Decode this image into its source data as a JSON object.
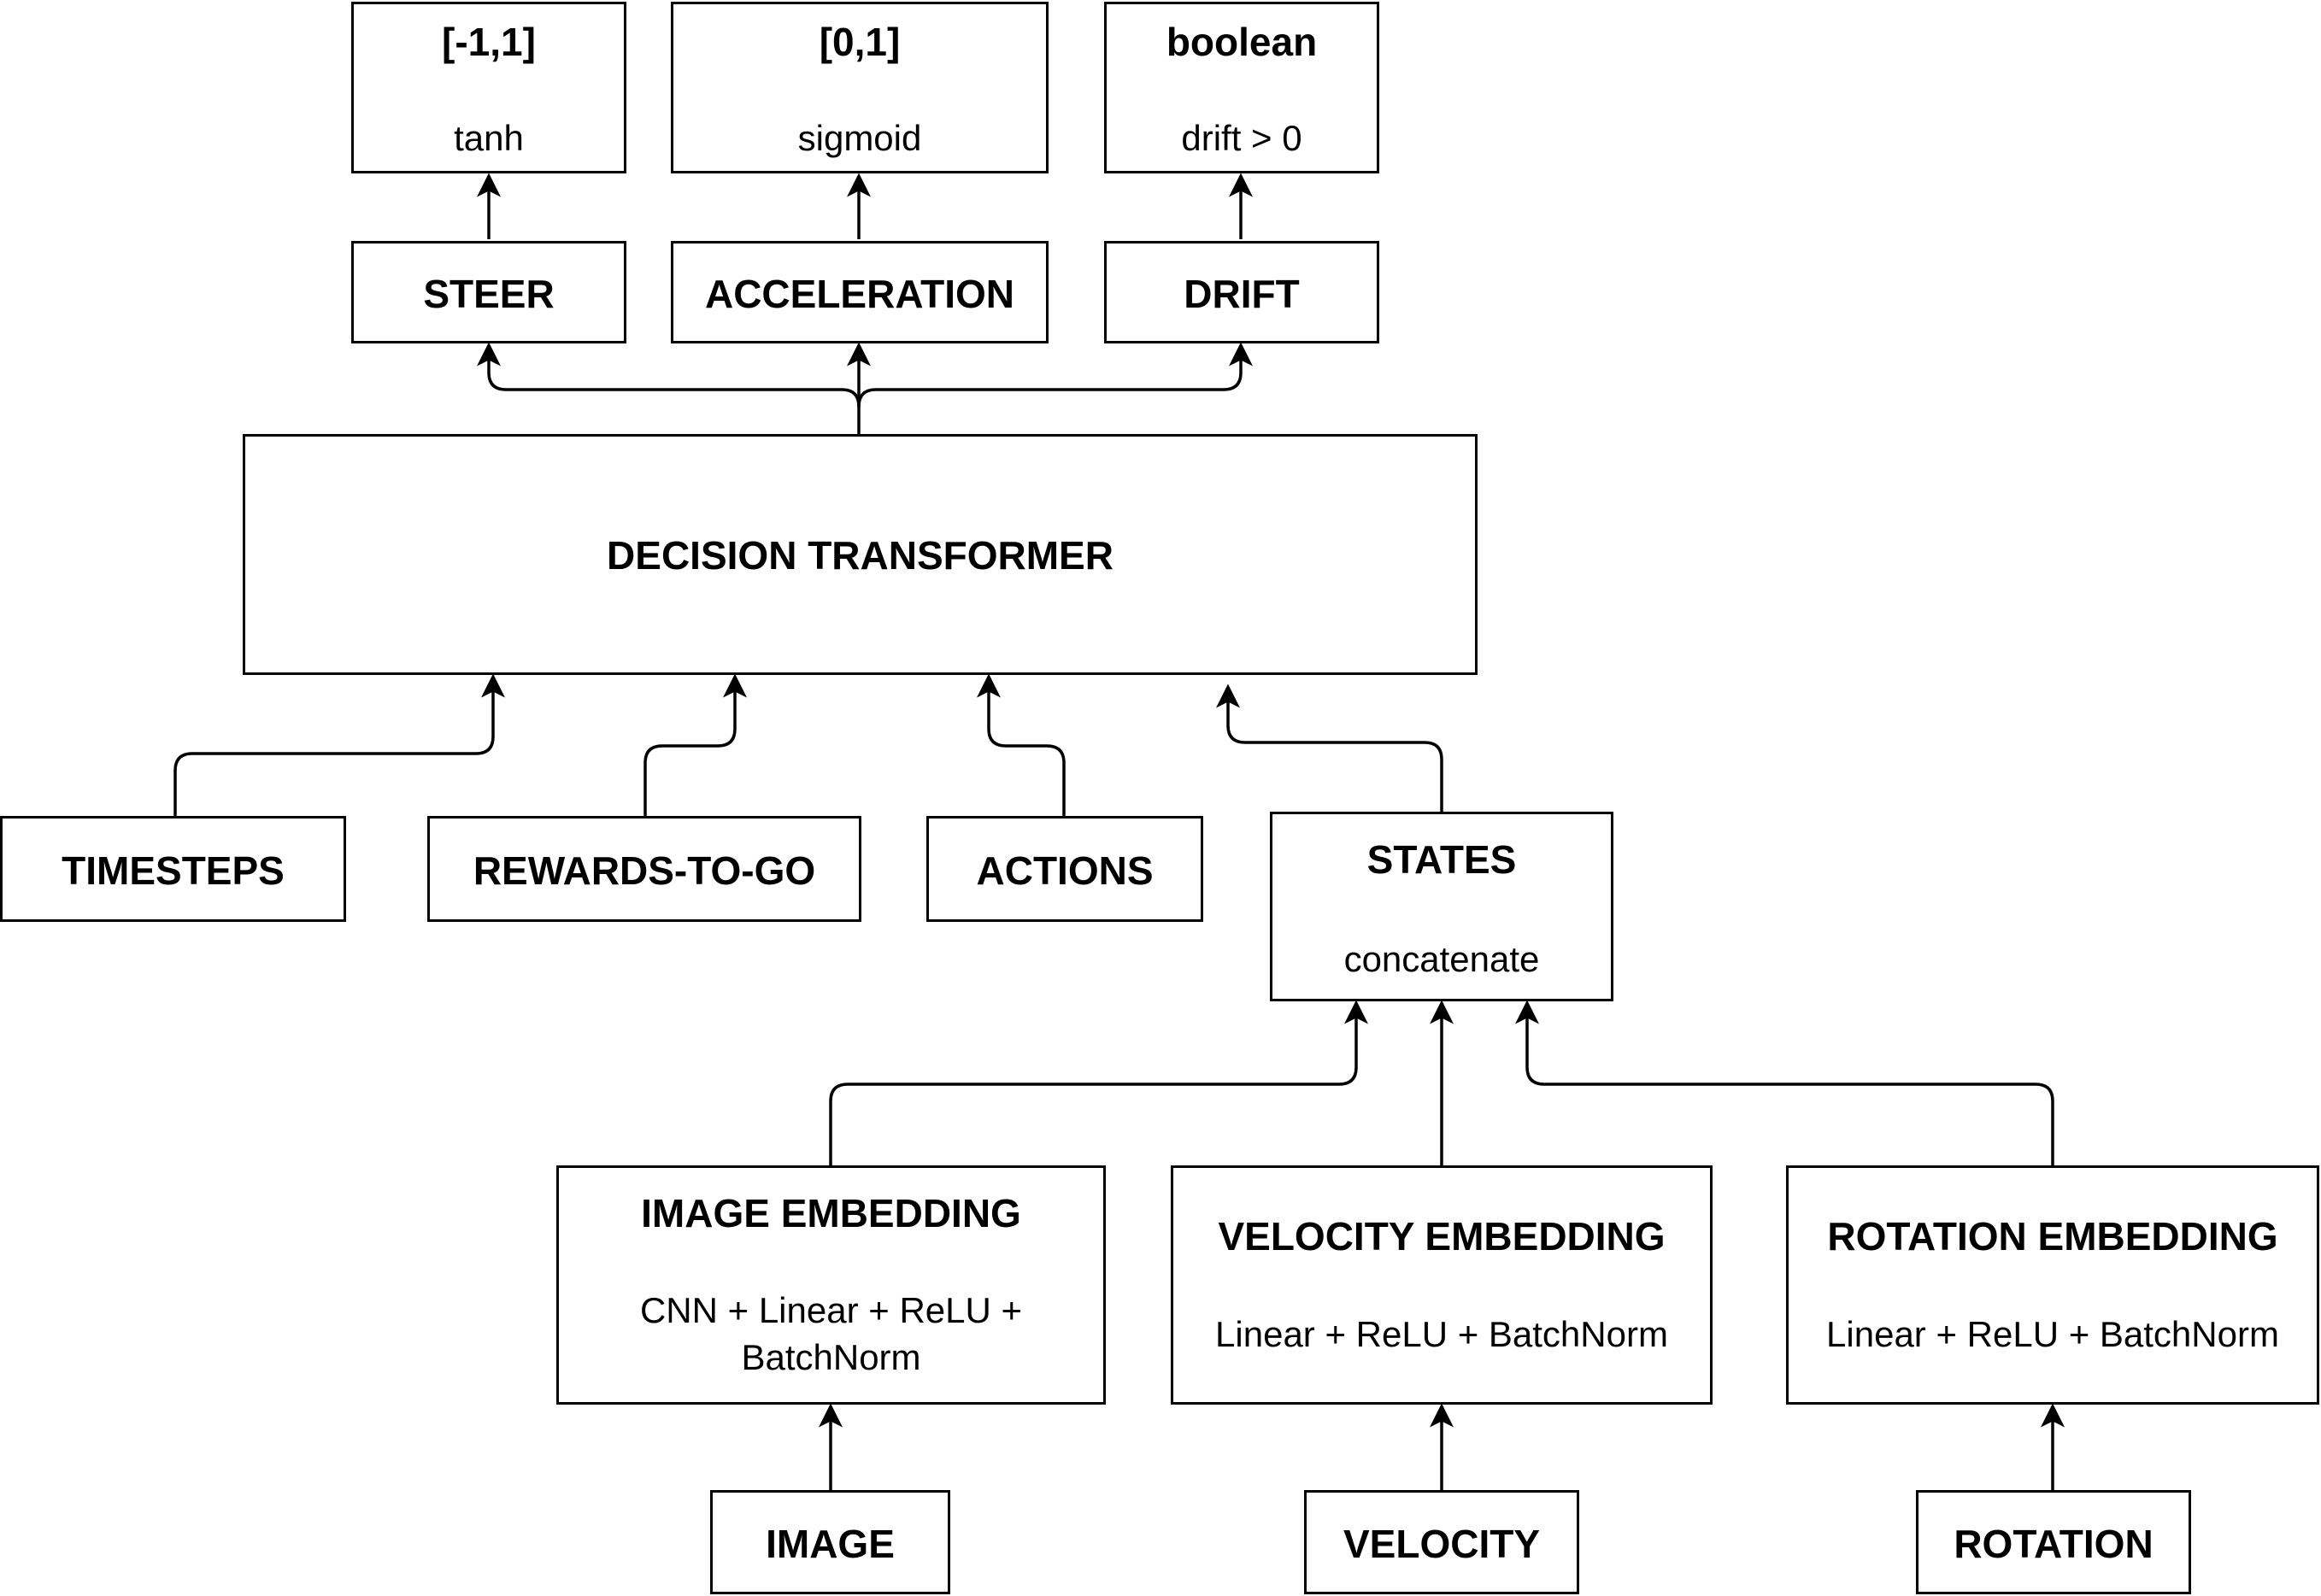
{
  "nodes": {
    "out_steer": {
      "title": "[-1,1]",
      "subtitle": "tanh"
    },
    "out_accel": {
      "title": "[0,1]",
      "subtitle": "sigmoid"
    },
    "out_drift": {
      "title": "boolean",
      "subtitle": "drift > 0"
    },
    "steer": {
      "title": "STEER"
    },
    "acceleration": {
      "title": "ACCELERATION"
    },
    "drift": {
      "title": "DRIFT"
    },
    "transformer": {
      "title": "DECISION TRANSFORMER"
    },
    "timesteps": {
      "title": "TIMESTEPS"
    },
    "rewards_to_go": {
      "title": "REWARDS-TO-GO"
    },
    "actions": {
      "title": "ACTIONS"
    },
    "states": {
      "title": "STATES",
      "subtitle": "concatenate"
    },
    "image_embedding": {
      "title": "IMAGE EMBEDDING",
      "subtitle": "CNN + Linear + ReLU +\nBatchNorm"
    },
    "velocity_embedding": {
      "title": "VELOCITY EMBEDDING",
      "subtitle": "Linear + ReLU + BatchNorm"
    },
    "rotation_embedding": {
      "title": "ROTATION EMBEDDING",
      "subtitle": "Linear + ReLU + BatchNorm"
    },
    "image": {
      "title": "IMAGE"
    },
    "velocity": {
      "title": "VELOCITY"
    },
    "rotation": {
      "title": "ROTATION"
    }
  }
}
